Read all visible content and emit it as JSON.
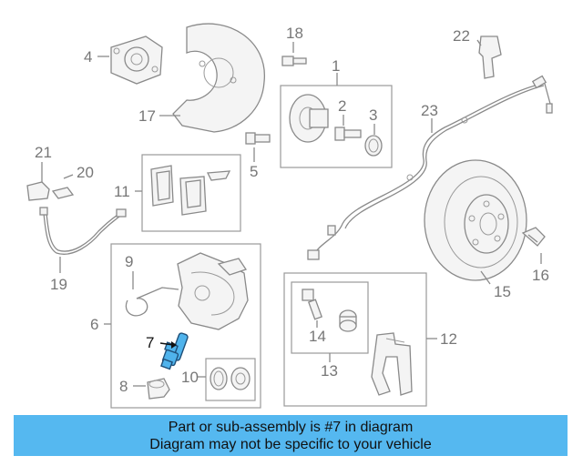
{
  "callouts": {
    "c1": "1",
    "c2": "2",
    "c3": "3",
    "c4": "4",
    "c5": "5",
    "c6": "6",
    "c7": "7",
    "c8": "8",
    "c9": "9",
    "c10": "10",
    "c11": "11",
    "c12": "12",
    "c13": "13",
    "c14": "14",
    "c15": "15",
    "c16": "16",
    "c17": "17",
    "c18": "18",
    "c19": "19",
    "c20": "20",
    "c21": "21",
    "c22": "22",
    "c23": "23"
  },
  "highlight_part": "7",
  "colors": {
    "highlight_fill": "#4fb3ec",
    "highlight_stroke": "#1f4f78",
    "banner_background": "#55b8f0",
    "line_art": "#8a8a8a"
  },
  "banner": {
    "line1": "Part or sub-assembly is #7 in diagram",
    "line2": "Diagram may not be specific to your vehicle"
  }
}
